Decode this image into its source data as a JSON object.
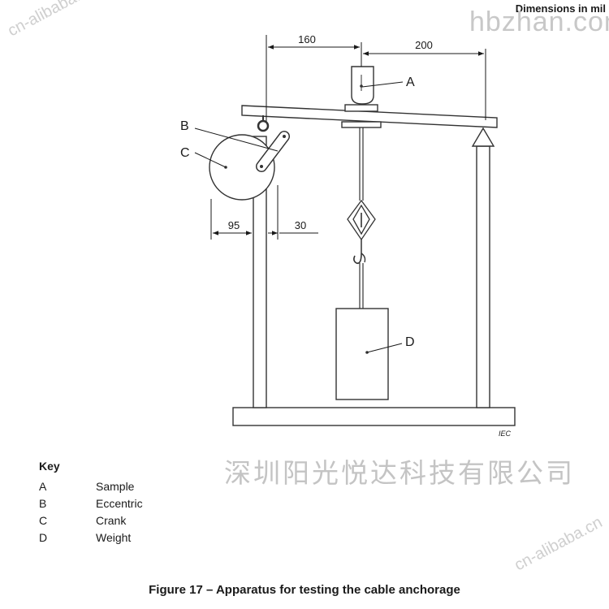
{
  "header": {
    "units_note": "Dimensions in mil"
  },
  "watermarks": {
    "url": "hbzhan.com",
    "diag_top": "cn-alibaba.cn",
    "diag_bottom": "cn-alibaba.cn",
    "company": "深圳阳光悦达科技有限公司"
  },
  "diagram": {
    "dimensions": {
      "top_left": "160",
      "top_right": "200",
      "lower_left": "95",
      "lower_right": "30"
    },
    "labels": {
      "a": "A",
      "b": "B",
      "c": "C",
      "d": "D"
    },
    "source_mark": "IEC"
  },
  "key": {
    "title": "Key",
    "items": [
      {
        "letter": "A",
        "desc": "Sample"
      },
      {
        "letter": "B",
        "desc": "Eccentric"
      },
      {
        "letter": "C",
        "desc": "Crank"
      },
      {
        "letter": "D",
        "desc": "Weight"
      }
    ]
  },
  "caption": "Figure 17 – Apparatus for testing the cable anchorage"
}
